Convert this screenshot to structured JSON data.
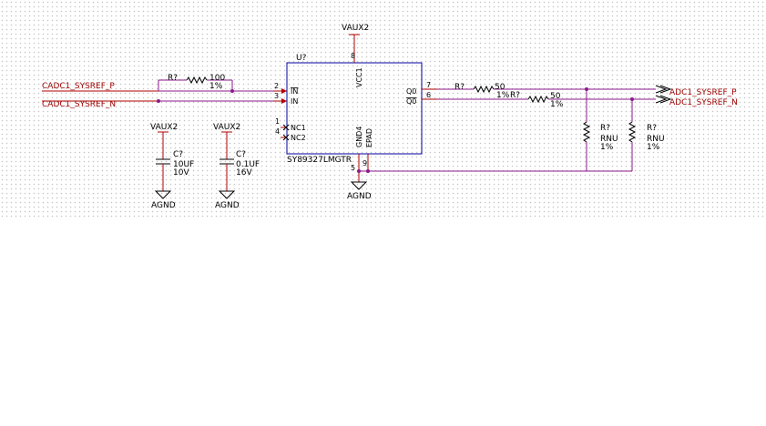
{
  "nets": {
    "in_p": "CADC1_SYSREF_P",
    "in_n": "CADC1_SYSREF_N",
    "out_p": "ADC1_SYSREF_P",
    "out_n": "ADC1_SYSREF_N",
    "vaux_top": "VAUX2",
    "vaux_c1": "VAUX2",
    "vaux_c2": "VAUX2",
    "agnd_c1": "AGND",
    "agnd_c2": "AGND",
    "agnd_u": "AGND"
  },
  "ic": {
    "ref": "U?",
    "part": "SY89327LMGTR",
    "pin_in": "IN",
    "pin_in_bar": "IN",
    "pin_nc1": "NC1",
    "pin_nc2": "NC2",
    "pin_vcc": "VCC1",
    "pin_gnd": "GND4",
    "pin_epad": "EPAD",
    "pin_q": "Q0",
    "pin_qbar": "Q0",
    "num_2": "2",
    "num_3": "3",
    "num_1": "1",
    "num_4": "4",
    "num_8": "8",
    "num_7": "7",
    "num_6": "6",
    "num_5": "5",
    "num_9": "9"
  },
  "r_in": {
    "ref": "R?",
    "value": "100",
    "tol": "1%"
  },
  "r_out_p": {
    "ref": "R?",
    "value": "50",
    "tol": "1%"
  },
  "r_out_n": {
    "ref": "R?",
    "value": "50",
    "tol": "1%"
  },
  "r_term_1": {
    "ref": "R?",
    "value": "RNU",
    "tol": "1%"
  },
  "r_term_2": {
    "ref": "R?",
    "value": "RNU",
    "tol": "1%"
  },
  "c_1": {
    "ref": "C?",
    "value": "10UF",
    "voltage": "10V"
  },
  "c_2": {
    "ref": "C?",
    "value": "0.1UF",
    "voltage": "16V"
  }
}
